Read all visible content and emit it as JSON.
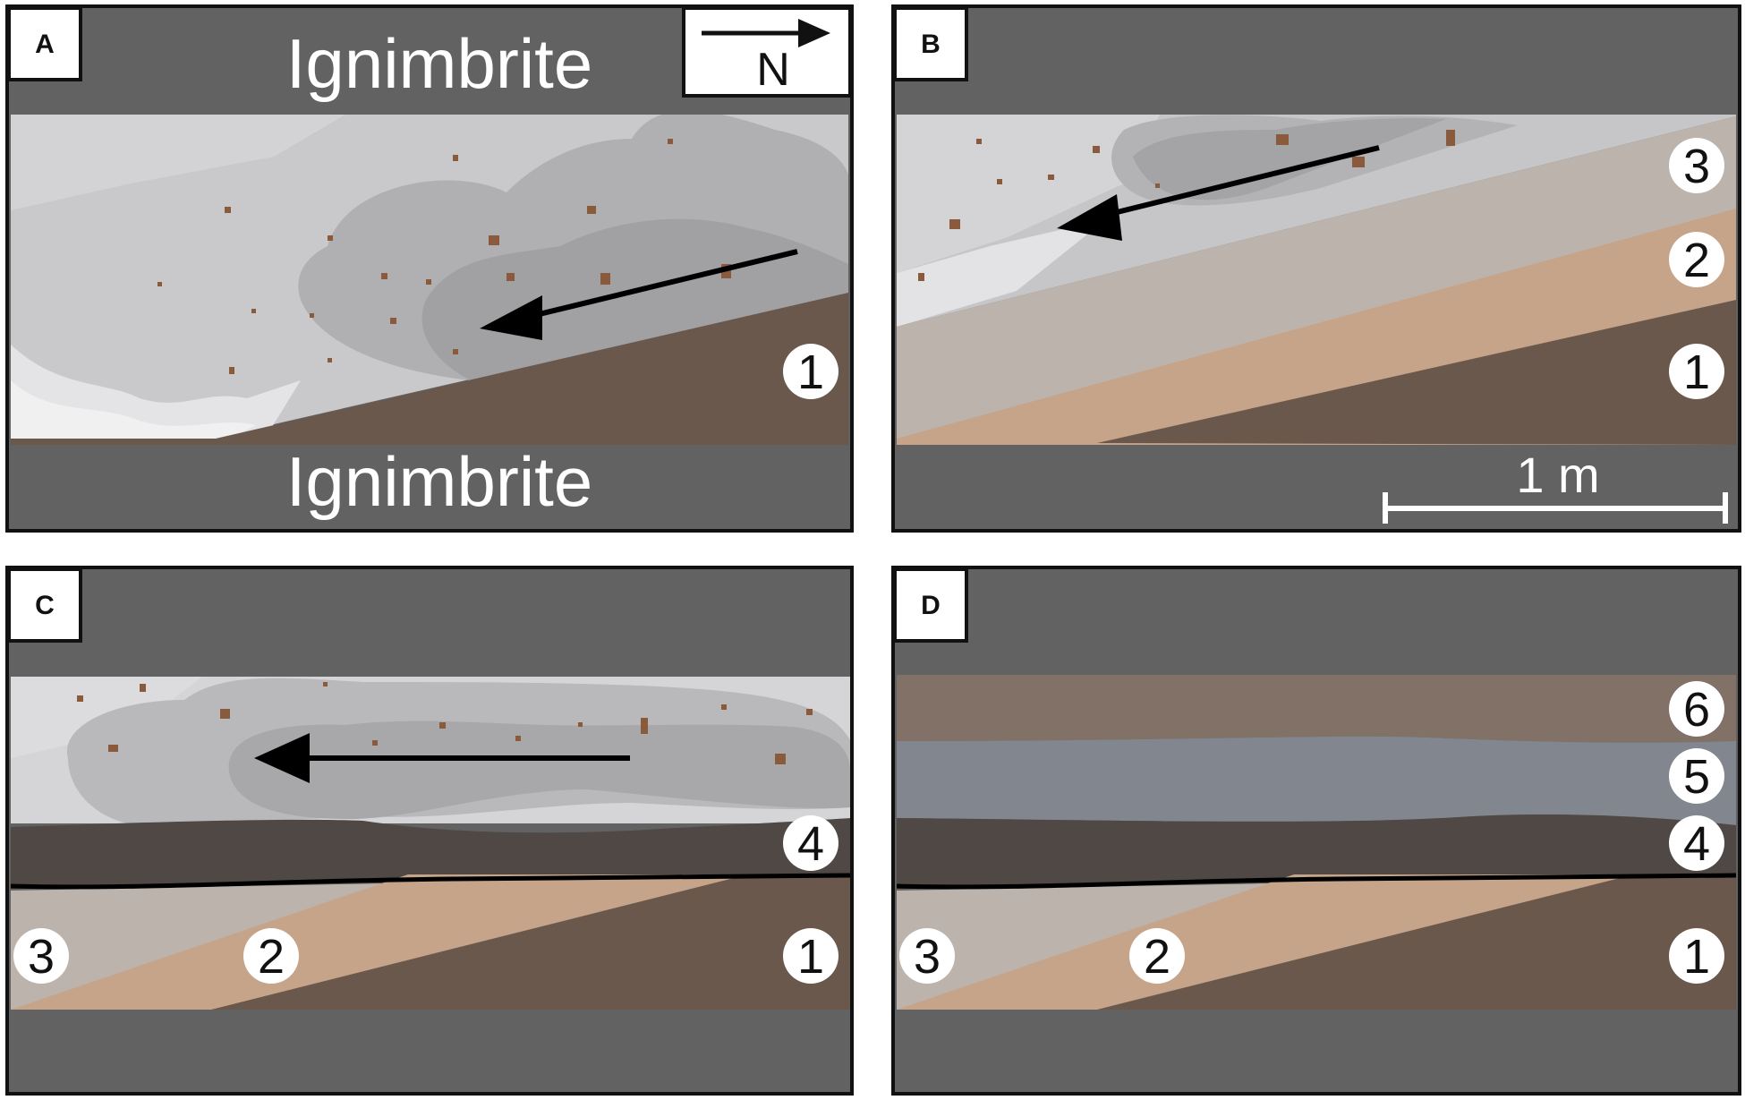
{
  "panels": {
    "a": {
      "letter": "A",
      "top_label": "Ignimbrite",
      "bottom_label": "Ignimbrite",
      "north_label": "N",
      "unit_numbers": [
        "1"
      ]
    },
    "b": {
      "letter": "B",
      "unit_numbers": [
        "1",
        "2",
        "3"
      ],
      "scale_label": "1 m"
    },
    "c": {
      "letter": "C",
      "unit_numbers": [
        "1",
        "2",
        "3",
        "4"
      ]
    },
    "d": {
      "letter": "D",
      "unit_numbers": [
        "1",
        "2",
        "3",
        "4",
        "5",
        "6"
      ]
    }
  },
  "colors": {
    "ignimbrite": "#626262",
    "unit1": "#6a584d",
    "unit2": "#c6a48a",
    "unit3": "#bdb3ad",
    "unit4": "#4f4844",
    "unit5": "#81868f",
    "unit6": "#817167",
    "current_light": "#d5d5d7",
    "current_mid": "#b6b6b8",
    "current_dark": "#a0a0a0",
    "clast": "#8a5a3c"
  }
}
